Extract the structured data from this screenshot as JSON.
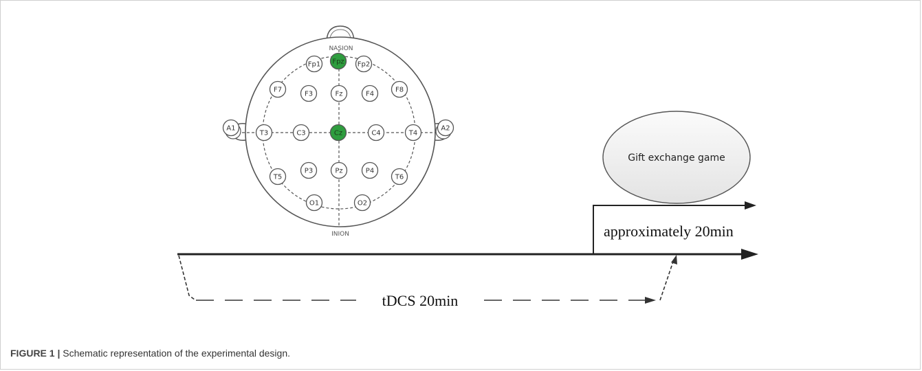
{
  "head": {
    "top_label": "NASION",
    "bottom_label": "INION",
    "electrodes": [
      {
        "label": "Fp1",
        "active": false
      },
      {
        "label": "Fpz",
        "active": true
      },
      {
        "label": "Fp2",
        "active": false
      },
      {
        "label": "F7",
        "active": false
      },
      {
        "label": "F3",
        "active": false
      },
      {
        "label": "Fz",
        "active": false
      },
      {
        "label": "F4",
        "active": false
      },
      {
        "label": "F8",
        "active": false
      },
      {
        "label": "A1",
        "active": false
      },
      {
        "label": "T3",
        "active": false
      },
      {
        "label": "C3",
        "active": false
      },
      {
        "label": "Cz",
        "active": true
      },
      {
        "label": "C4",
        "active": false
      },
      {
        "label": "T4",
        "active": false
      },
      {
        "label": "A2",
        "active": false
      },
      {
        "label": "T5",
        "active": false
      },
      {
        "label": "P3",
        "active": false
      },
      {
        "label": "Pz",
        "active": false
      },
      {
        "label": "P4",
        "active": false
      },
      {
        "label": "T6",
        "active": false
      },
      {
        "label": "O1",
        "active": false
      },
      {
        "label": "O2",
        "active": false
      }
    ],
    "active_color": "#2e9d3e"
  },
  "timeline": {
    "game_label": "Gift exchange game",
    "game_duration_label": "approximately 20min",
    "tdcs_label": "tDCS 20min"
  },
  "caption": {
    "figure_label": "FIGURE 1 |",
    "text": " Schematic representation of the experimental design."
  }
}
